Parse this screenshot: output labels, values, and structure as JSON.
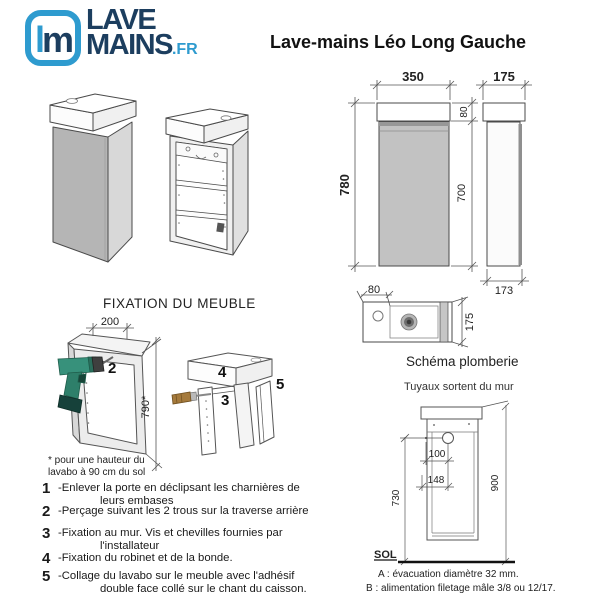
{
  "header": {
    "logo": {
      "monogram_l": "l",
      "monogram_m": "m",
      "word1": "LAVE",
      "word2": "MAINS",
      "tld": ".FR"
    },
    "title": "Lave-mains Léo Long Gauche"
  },
  "colors": {
    "logo_light": "#2E9BCF",
    "logo_dark": "#1C3E5F",
    "door_gray": "#C2C2C2",
    "drill_green": "#35917A"
  },
  "icons": {
    "drill": "drill-icon",
    "screwdriver": "screwdriver-icon",
    "drain": "drain-icon",
    "tap_hole": "tap-hole-icon"
  },
  "dimension_views": {
    "front": {
      "width": "350",
      "total_height": "780",
      "basin_height": "80",
      "body_height": "700"
    },
    "side": {
      "width": "175",
      "bottom_depth": "173"
    },
    "top": {
      "tap_offset": "80",
      "depth": "175"
    }
  },
  "fixation": {
    "title": "FIXATION DU MEUBLE",
    "width_dim": "200",
    "height_dim": "790*",
    "steps": {
      "drill": "2",
      "basin": "4",
      "screw": "3",
      "door": "5"
    },
    "footnote_line1": "* pour une hauteur du",
    "footnote_line2": "lavabo à 90 cm du sol"
  },
  "plumbing": {
    "title": "Schéma plomberie",
    "subtitle": "Tuyaux sortent du mur",
    "dim_100": "100",
    "dim_148": "148",
    "dim_730": "730",
    "dim_900": "900",
    "floor_label": "SOL",
    "note_a": "A : évacuation diamètre 32 mm.",
    "note_b": "B : alimentation filetage mâle 3/8 ou 12/17."
  },
  "instructions": [
    {
      "num": "1",
      "line1": "-Enlever la porte en déclipsant les charnières de",
      "line2": "leurs embases"
    },
    {
      "num": "2",
      "line1": "-Perçage suivant les 2 trous sur la traverse arrière",
      "line2": ""
    },
    {
      "num": "3",
      "line1": "-Fixation au mur. Vis et chevilles fournies par",
      "line2": "l'installateur"
    },
    {
      "num": "4",
      "line1": "-Fixation du robinet et de la bonde.",
      "line2": ""
    },
    {
      "num": "5",
      "line1": "-Collage du lavabo sur le meuble avec l'adhésif",
      "line2": "double face collé sur le chant du caisson."
    }
  ]
}
